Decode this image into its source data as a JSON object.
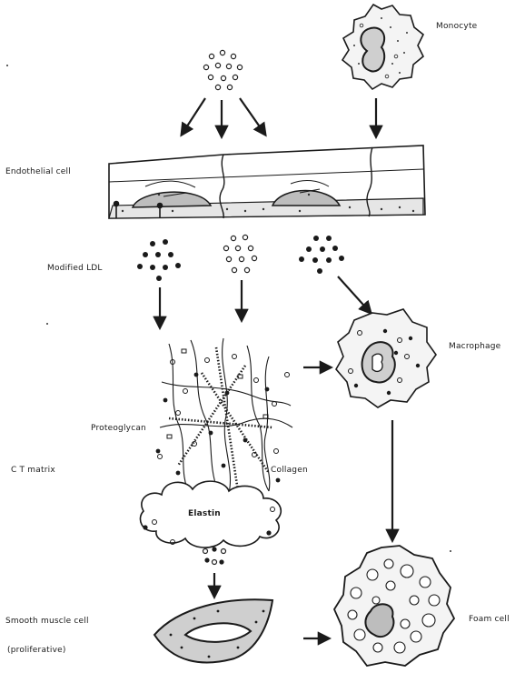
{
  "labels": {
    "monocyte": "Monocyte",
    "endothelial_cell": "Endothelial cell",
    "modified_ldl": "Modified LDL",
    "macrophage": "Macrophage",
    "proteoglycan": "Proteoglycan",
    "ct_matrix": "C T matrix",
    "collagen": "Collagen",
    "elastin": "Elastin",
    "smooth_muscle_cell": "Smooth muscle cell",
    "proliferative": "(proliferative)",
    "foam_cell": "Foam cell"
  }
}
